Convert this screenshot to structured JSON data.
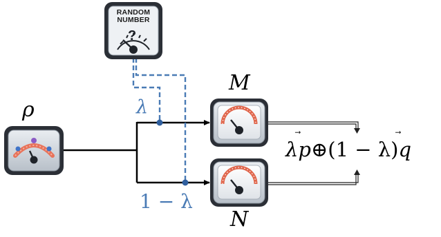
{
  "source_device": {
    "label": "ρ"
  },
  "random_device": {
    "caption_line1": "RANDOM",
    "caption_line2": "NUMBER",
    "glyph": "?"
  },
  "measurement_top": {
    "label": "M"
  },
  "measurement_bottom": {
    "label": "N"
  },
  "branch_top": {
    "label": "λ"
  },
  "branch_bottom": {
    "label": "1 − λ"
  },
  "output": {
    "lambda": "λ",
    "p": "p",
    "oplus": "⊕",
    "mix": "(1 − λ)",
    "q": "q"
  },
  "colors": {
    "control_line": "#4a7bb5",
    "main_line": "#000000",
    "device_frame": "#2b2f36",
    "device_panel": "#e8eef4"
  }
}
